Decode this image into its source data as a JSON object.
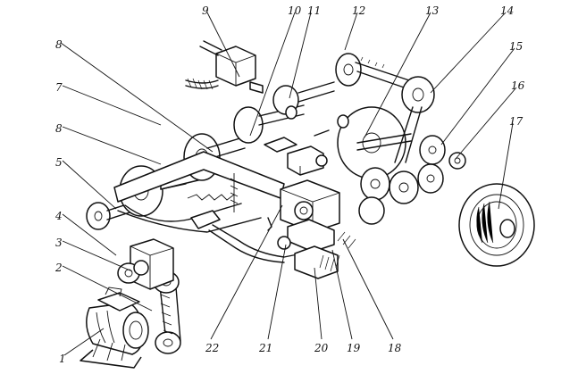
{
  "labels": {
    "n1": "1",
    "n2": "2",
    "n3": "3",
    "n4": "4",
    "n5": "5",
    "n7": "7",
    "n8a": "8",
    "n8b": "8",
    "n9": "9",
    "n10": "10",
    "n11": "11",
    "n12": "12",
    "n13": "13",
    "n14": "14",
    "n15": "15",
    "n16": "16",
    "n17": "17",
    "n18": "18",
    "n19": "19",
    "n20": "20",
    "n21": "21",
    "n22": "22"
  }
}
